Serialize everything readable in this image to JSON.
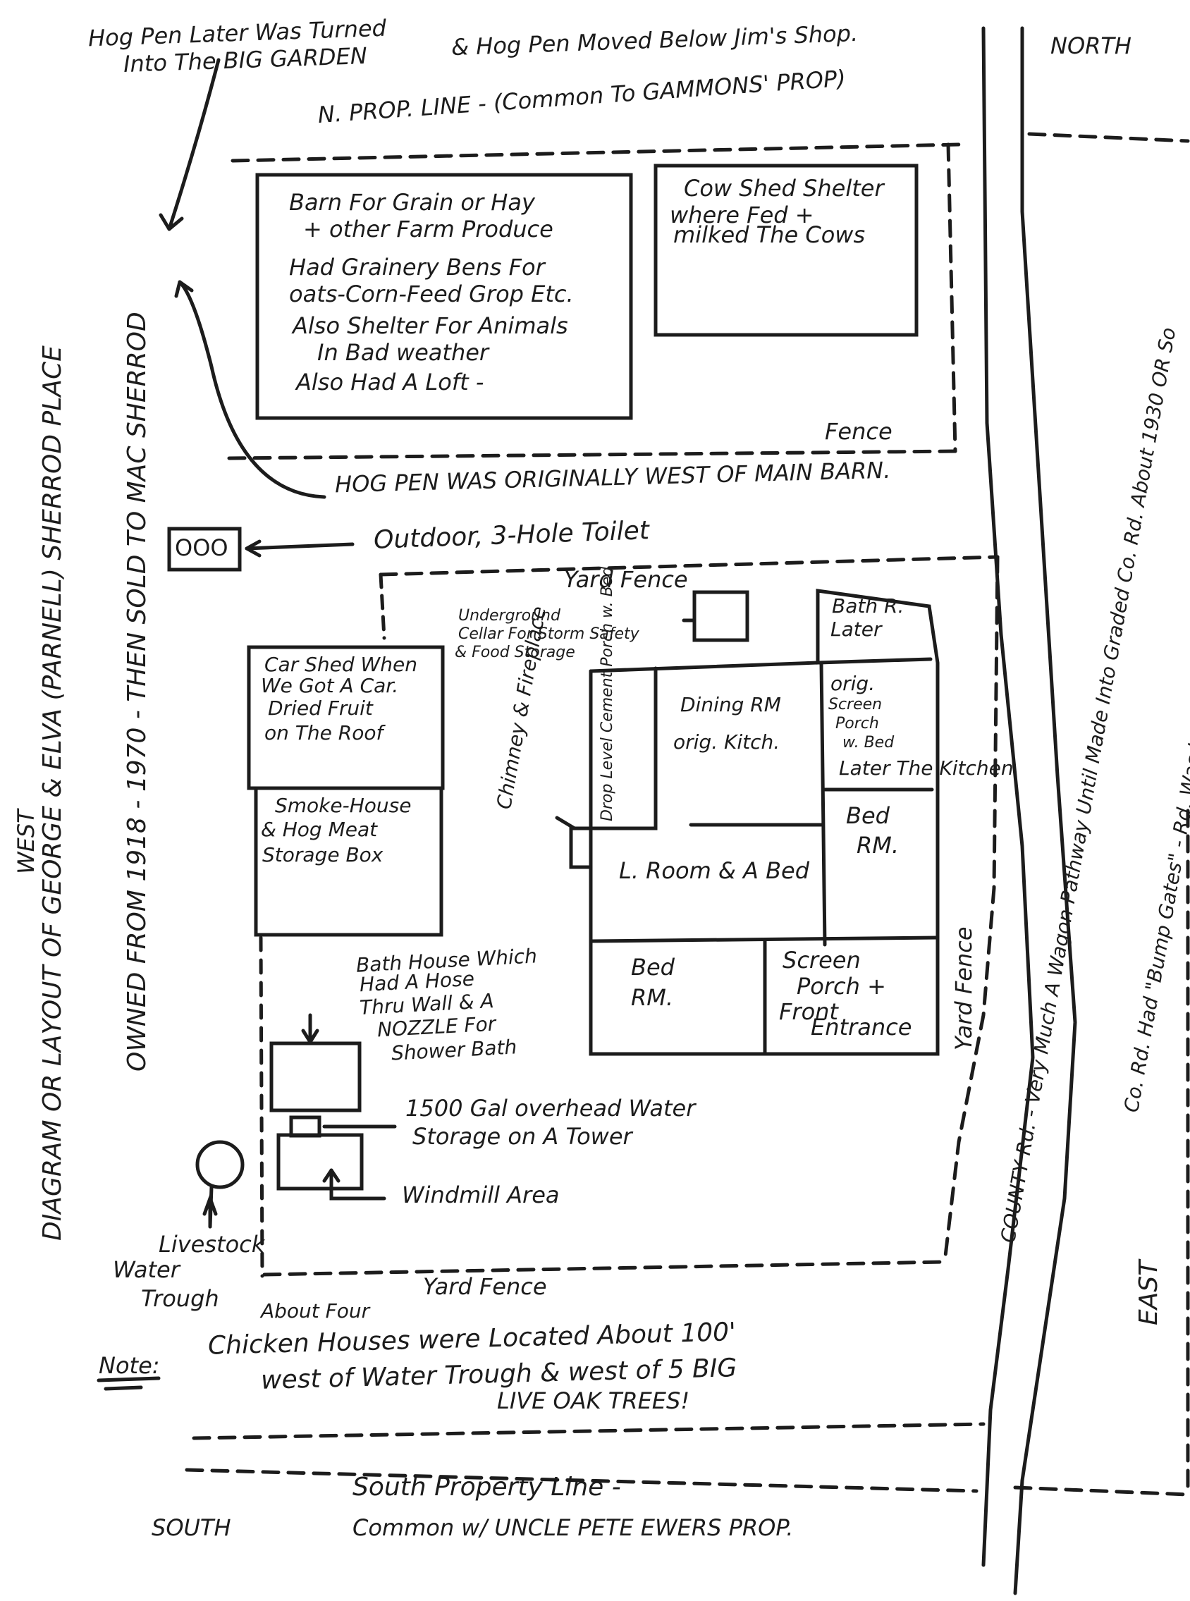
{
  "header": {
    "hog_pen_note_line1": "Hog Pen Later Was Turned",
    "hog_pen_note_line2": "Into The BIG GARDEN",
    "hog_pen_note_line3": "& Hog Pen Moved Below Jim's Shop.",
    "north_prop_line": "N. PROP. LINE - (Common To GAMMONS' PROP)",
    "north": "NORTH"
  },
  "left_margin": {
    "west": "WEST",
    "diagram_title": "DIAGRAM OR LAYOUT OF GEORGE & ELVA (PARNELL) SHERROD PLACE",
    "owned_from": "OWNED FROM 1918 - 1970 - THEN SOLD TO MAC SHERROD"
  },
  "barn": {
    "line1": "Barn For Grain or Hay",
    "line2": "+ other Farm Produce",
    "line3": "Had Grainery Bens For",
    "line4": "oats-Corn-Feed Grop Etc.",
    "line5": "Also Shelter For Animals",
    "line6": "In Bad weather",
    "line7": "Also Had A Loft -"
  },
  "cow_shed": {
    "line1": "Cow Shed Shelter",
    "line2": "where Fed +",
    "line3": "milked The Cows"
  },
  "labels": {
    "fence": "Fence",
    "hog_pen_original": "HOG PEN WAS ORIGINALLY WEST OF MAIN BARN.",
    "toilet_symbol": "OOO",
    "toilet": "Outdoor, 3-Hole Toilet",
    "yard_fence_top": "Yard Fence",
    "cellar_line1": "Underground",
    "cellar_line2": "Cellar For Storm Safety",
    "cellar_line3": "& Food Storage",
    "yard_fence_right": "Yard Fence",
    "yard_fence_bottom": "Yard Fence",
    "water_storage_line1": "1500 Gal overhead Water",
    "water_storage_line2": "Storage on A Tower",
    "windmill": "Windmill Area",
    "livestock_line1": "Livestock",
    "livestock_line2": "Water",
    "livestock_line3": "Trough"
  },
  "outbuildings": {
    "car_shed_line1": "Car Shed When",
    "car_shed_line2": "We Got A Car.",
    "car_shed_line3": "Dried Fruit",
    "car_shed_line4": "on The Roof",
    "smoke_line1": "Smoke-House",
    "smoke_line2": "& Hog Meat",
    "smoke_line3": "Storage Box",
    "bath_line1": "Bath House Which",
    "bath_line2": "Had A Hose",
    "bath_line3": "Thru Wall & A",
    "bath_line4": "NOZZLE For",
    "bath_line5": "Shower Bath"
  },
  "house": {
    "bath_line1": "Bath R.",
    "bath_line2": "Later",
    "dining_line1": "Dining RM",
    "dining_line2": "orig. Kitch.",
    "screen_porch_line1": "orig.",
    "screen_porch_line2": "Screen",
    "screen_porch_line3": "Porch",
    "screen_porch_line4": "w. Bed",
    "later_kitchen": "Later The Kitchen",
    "drop_level": "Drop Level Cement Porch w. Bed",
    "chimney": "Chimney & Fireplace",
    "living_room": "L. Room & A Bed",
    "bed_rm_right_line1": "Bed",
    "bed_rm_right_line2": "RM.",
    "bed_rm_bottom_line1": "Bed",
    "bed_rm_bottom_line2": "RM.",
    "front_line1": "Screen",
    "front_line2": "Porch +",
    "front_line3": "Front",
    "front_line4": "Entrance"
  },
  "right_margin": {
    "county_rd": "COUNTY Rd. - Very Much A Wagon Pathway Until Made Into Graded Co. Rd. About 1930 OR So",
    "bump_gates": "Co. Rd. Had \"Bump Gates\" - Rd. Was Just East of House, Barn & ALL outbuildings -",
    "east": "EAST"
  },
  "footer": {
    "note_label": "Note:",
    "note_line1": "About Four",
    "note_line2": "Chicken Houses were Located About 100'",
    "note_line3": "west of Water Trough & west of 5 BIG",
    "note_line4": "LIVE OAK TREES!",
    "south_prop_line1": "South Property Line -",
    "south_prop_line2": "Common w/ UNCLE PETE EWERS PROP.",
    "south": "SOUTH"
  }
}
